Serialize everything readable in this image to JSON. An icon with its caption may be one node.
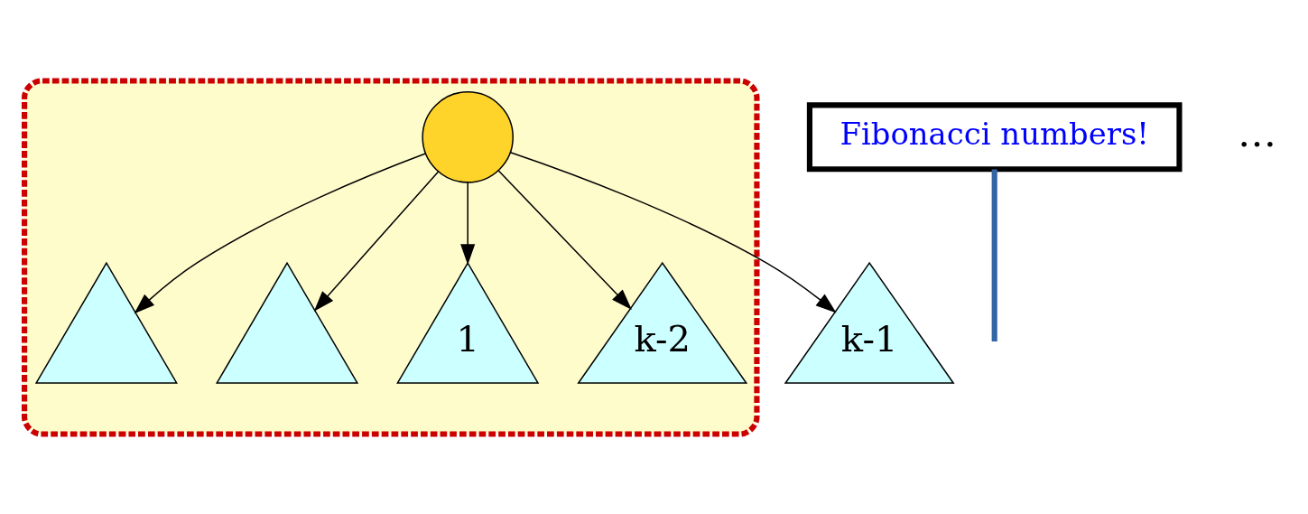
{
  "diagram": {
    "nodes": [
      {
        "text": [],
        "shape": "box"
      },
      {
        "text": [],
        "shape": "circle",
        "in": 0
      },
      {
        "text": [],
        "shape": "triangle",
        "in": 0
      },
      {
        "text": [],
        "shape": "triangle",
        "in": 0
      },
      {
        "text": [
          "1"
        ],
        "in": 0
      },
      {
        "text": [
          "k-2"
        ],
        "in": 0
      },
      {
        "text": [
          "k-1"
        ]
      },
      {
        "text": [
          "Fibonacci numbers!"
        ]
      }
    ],
    "edges": [
      {
        "from": 1,
        "to": 2,
        "arrow": "to"
      },
      {
        "from": 1,
        "to": 3,
        "arrow": "to"
      },
      {
        "from": 1,
        "to": 4,
        "arrow": "to"
      },
      {
        "from": 1,
        "to": 5,
        "arrow": "to"
      },
      {
        "from": 1,
        "to": 6,
        "arrow": "to"
      },
      {
        "from": 7,
        "to": null,
        "arrow": "none",
        "style": "thick",
        "color": "#3465a4"
      }
    ],
    "labels": [
      "…"
    ]
  }
}
